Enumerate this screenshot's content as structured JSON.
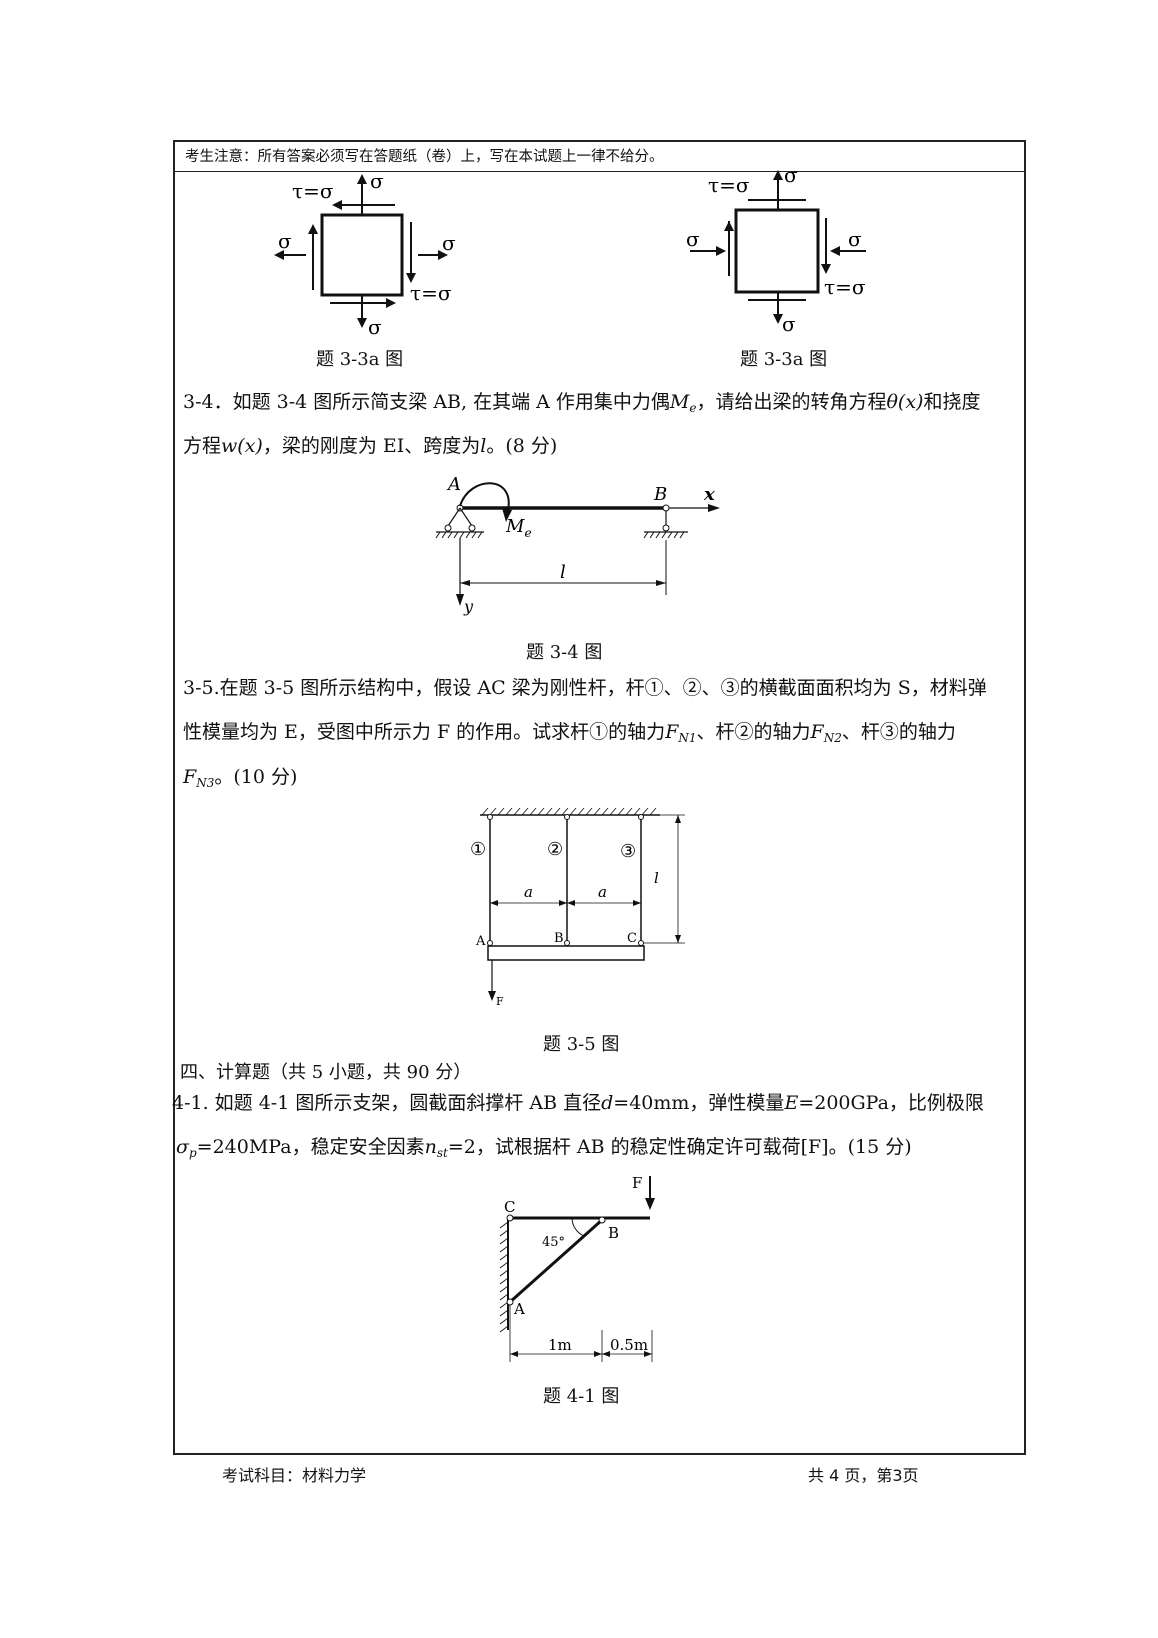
{
  "notice": "考生注意：所有答案必须写在答题纸（卷）上，写在本试题上一律不给分。",
  "fig33": {
    "tau_label": "τ=σ",
    "sigma": "σ",
    "caption_left": "题 3-3a 图",
    "caption_right": "题 3-3a 图"
  },
  "q34": {
    "line1_a": "3-4．如题 3-4 图所示简支梁 AB, 在其端 A 作用集中力偶",
    "line1_sym": "M",
    "line1_sub": "e",
    "line1_b": "，请给出梁的转角方程",
    "line1_theta": "θ(x)",
    "line1_c": "和挠度",
    "line2_a": "方程",
    "line2_w": "w(x)",
    "line2_b": "，梁的刚度为 EI、跨度为",
    "line2_l": "l",
    "line2_c": "。(8 分)",
    "fig": {
      "A": "A",
      "B": "B",
      "x": "x",
      "y": "y",
      "Me": "M",
      "Me_sub": "e",
      "l": "l"
    },
    "caption": "题 3-4 图"
  },
  "q35": {
    "line1": "3-5.在题 3-5 图所示结构中，假设 AC 梁为刚性杆，杆①、②、③的横截面面积均为 S，材料弹",
    "line2_a": "性模量均为 E，受图中所示力 F 的作用。试求杆①的轴力",
    "line2_f1": "F",
    "line2_f1sub": "N1",
    "line2_b": "、杆②的轴力",
    "line2_f2": "F",
    "line2_f2sub": "N2",
    "line2_c": "、杆③的轴力",
    "line3_f3": "F",
    "line3_f3sub": "N3",
    "line3_b": "。(10 分)",
    "fig": {
      "r1": "①",
      "r2": "②",
      "r3": "③",
      "a1": "a",
      "a2": "a",
      "l": "l",
      "A": "A",
      "B": "B",
      "C": "C",
      "F": "F"
    },
    "caption": "题 3-5 图"
  },
  "section4": {
    "heading": "四、计算题（共 5 小题，共 90 分）"
  },
  "q41": {
    "line1_a": "4-1. 如题 4-1 图所示支架，圆截面斜撑杆 AB 直径",
    "line1_d": "d",
    "line1_b": "=40mm，弹性模量",
    "line1_E": "E",
    "line1_c": "=200GPa，比例极限",
    "line2_sigma": "σ",
    "line2_p": "p",
    "line2_a": "=240MPa，稳定安全因素",
    "line2_n": "n",
    "line2_st": "st",
    "line2_b": "=2，试根据杆 AB 的稳定性确定许可载荷[F]。(15 分)",
    "fig": {
      "C": "C",
      "B": "B",
      "A": "A",
      "F": "F",
      "angle": "45°",
      "d1": "1m",
      "d2": "0.5m"
    },
    "caption": "题 4-1 图"
  },
  "footer": {
    "subject": "考试科目：材料力学",
    "pages": "共 4 页，第3页"
  }
}
